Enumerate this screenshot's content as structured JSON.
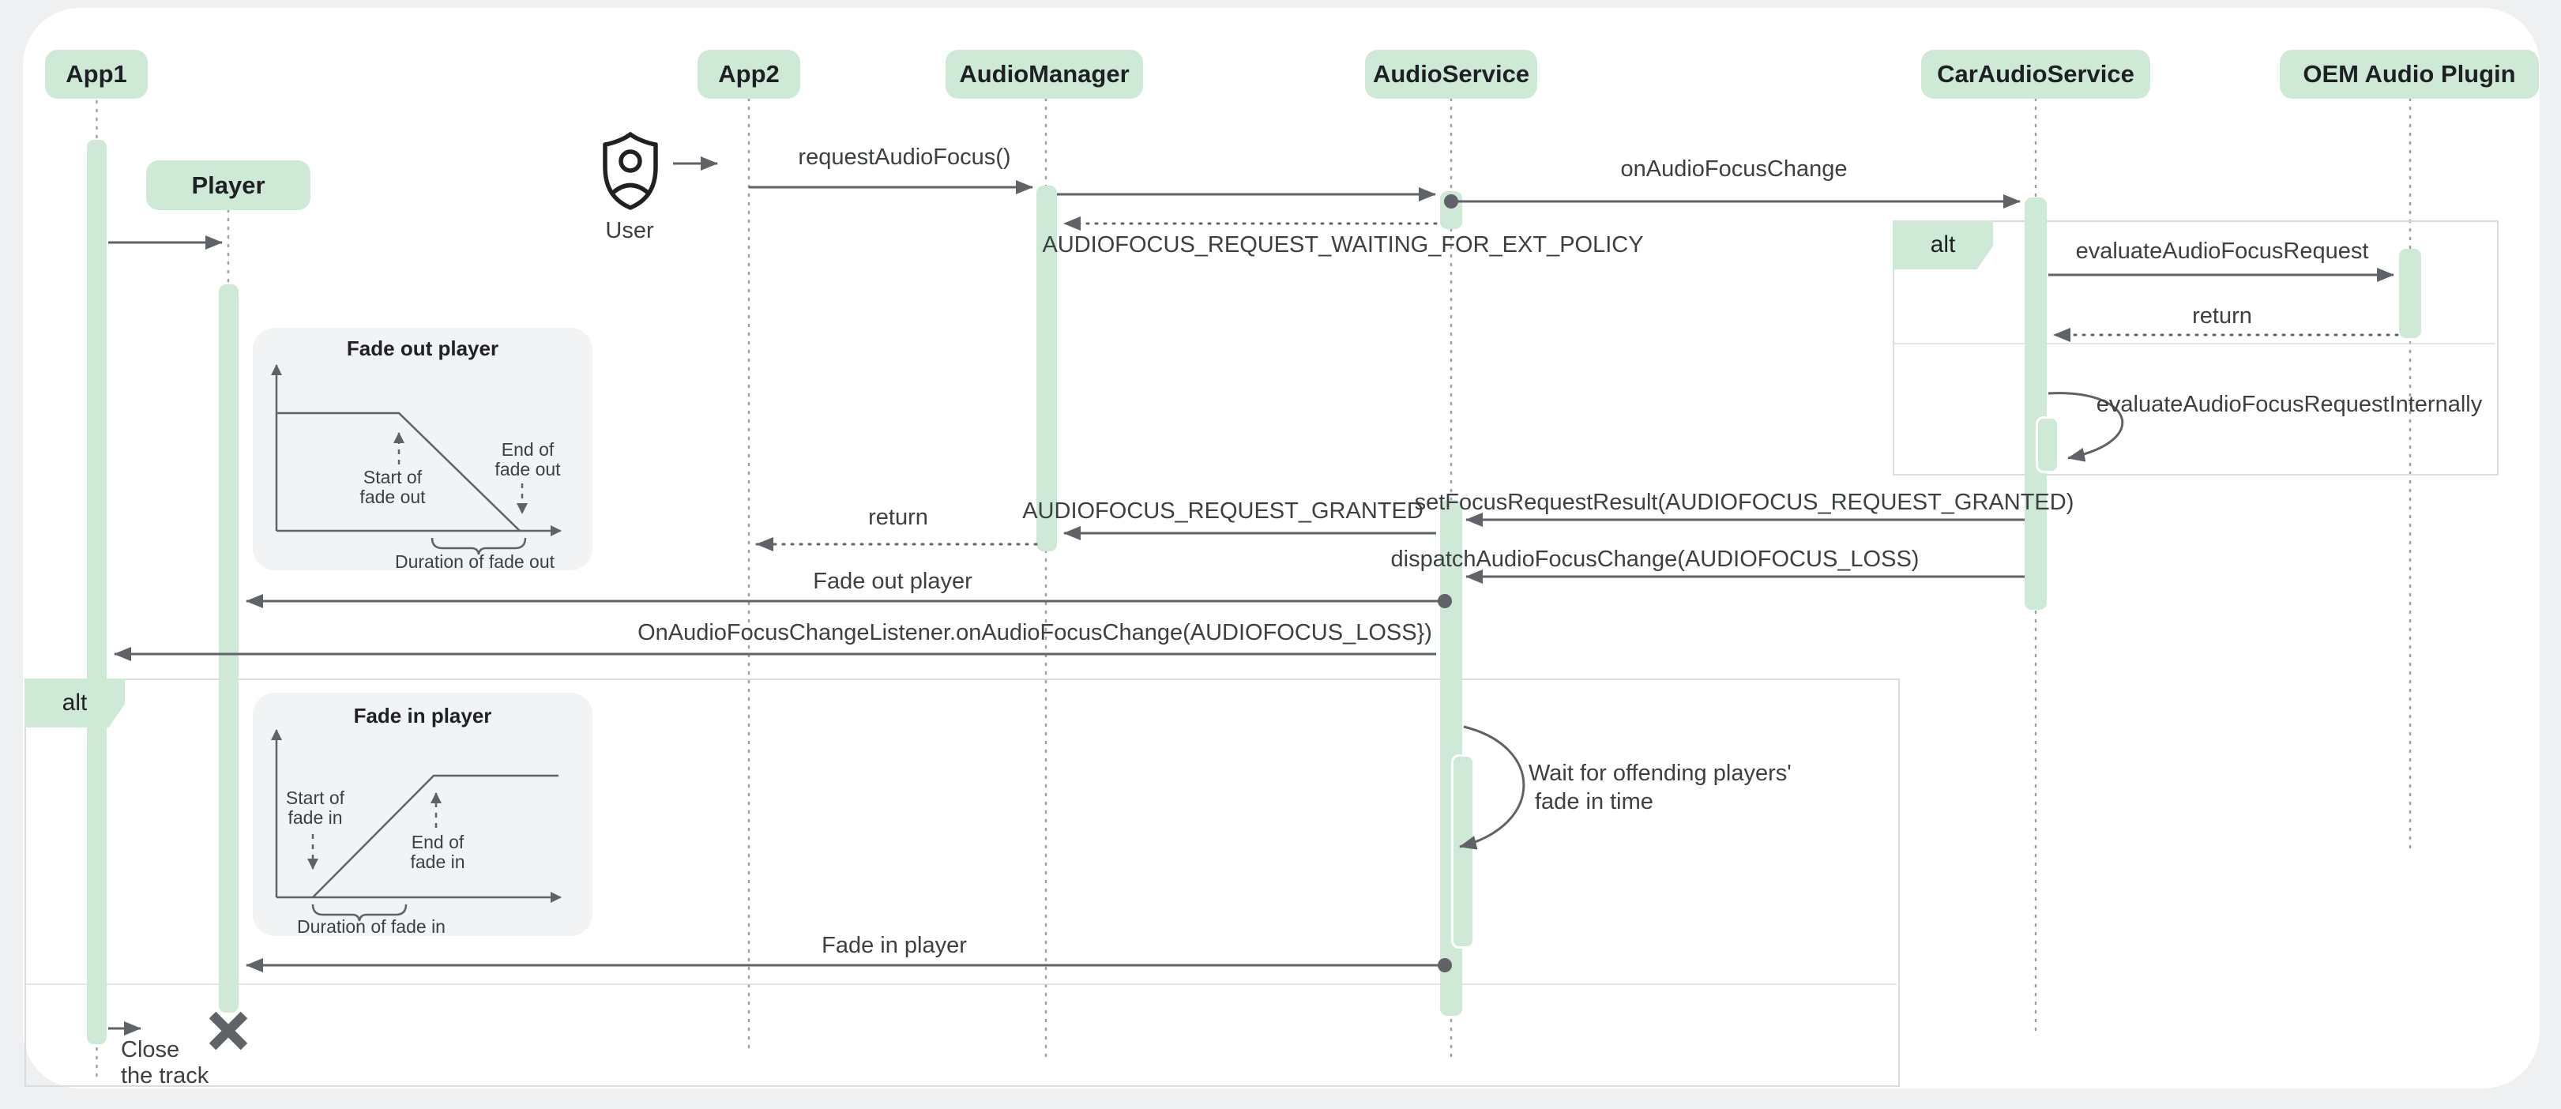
{
  "colors": {
    "green": "#ceead6",
    "line": "#5f6368",
    "text": "#3c4043",
    "header_text": "#1f2023",
    "chart_bg": "#f1f3f4",
    "lifeline": "#9aa0a6",
    "frame_border": "#dadce0",
    "page_bg": "#eef0f1",
    "card_bg": "#ffffff"
  },
  "participants": {
    "app1": "App1",
    "player": "Player",
    "app2": "App2",
    "audio_manager": "AudioManager",
    "audio_service": "AudioService",
    "car_audio_service": "CarAudioService",
    "oem_audio_plugin": "OEM Audio Plugin"
  },
  "actor": {
    "label": "User"
  },
  "fragments": {
    "alt_top": "alt",
    "alt_bottom": "alt"
  },
  "messages": {
    "request_audio_focus": "requestAudioFocus()",
    "on_audio_focus_change": "onAudioFocusChange",
    "waiting_ext_policy": "AUDIOFOCUS_REQUEST_WAITING_FOR_EXT_POLICY",
    "evaluate_audio_focus_request": "evaluateAudioFocusRequest",
    "return_oem": "return",
    "evaluate_internally": "evaluateAudioFocusRequestInternally",
    "set_focus_request_result": "setFocusRequestResult(AUDIOFOCUS_REQUEST_GRANTED)",
    "audiofocus_request_granted": "AUDIOFOCUS_REQUEST_GRANTED",
    "return_app2": "return",
    "dispatch_audio_focus_change": "dispatchAudioFocusChange(AUDIOFOCUS_LOSS)",
    "fade_out_player": "Fade out player",
    "on_audio_focus_loss": "OnAudioFocusChangeListener.onAudioFocusChange(AUDIOFOCUS_LOSS})",
    "fade_in_player": "Fade in player",
    "wait_note_line1": "Wait for offending players'",
    "wait_note_line2": "fade in time",
    "close_track_line1": "Close",
    "close_track_line2": "the track"
  },
  "charts": {
    "fade_out": {
      "title": "Fade out player",
      "start_line1": "Start of",
      "start_line2": "fade out",
      "end_line1": "End of",
      "end_line2": "fade out",
      "duration": "Duration of fade out"
    },
    "fade_in": {
      "title": "Fade in player",
      "start_line1": "Start of",
      "start_line2": "fade in",
      "end_line1": "End of",
      "end_line2": "fade in",
      "duration": "Duration of fade in"
    }
  }
}
